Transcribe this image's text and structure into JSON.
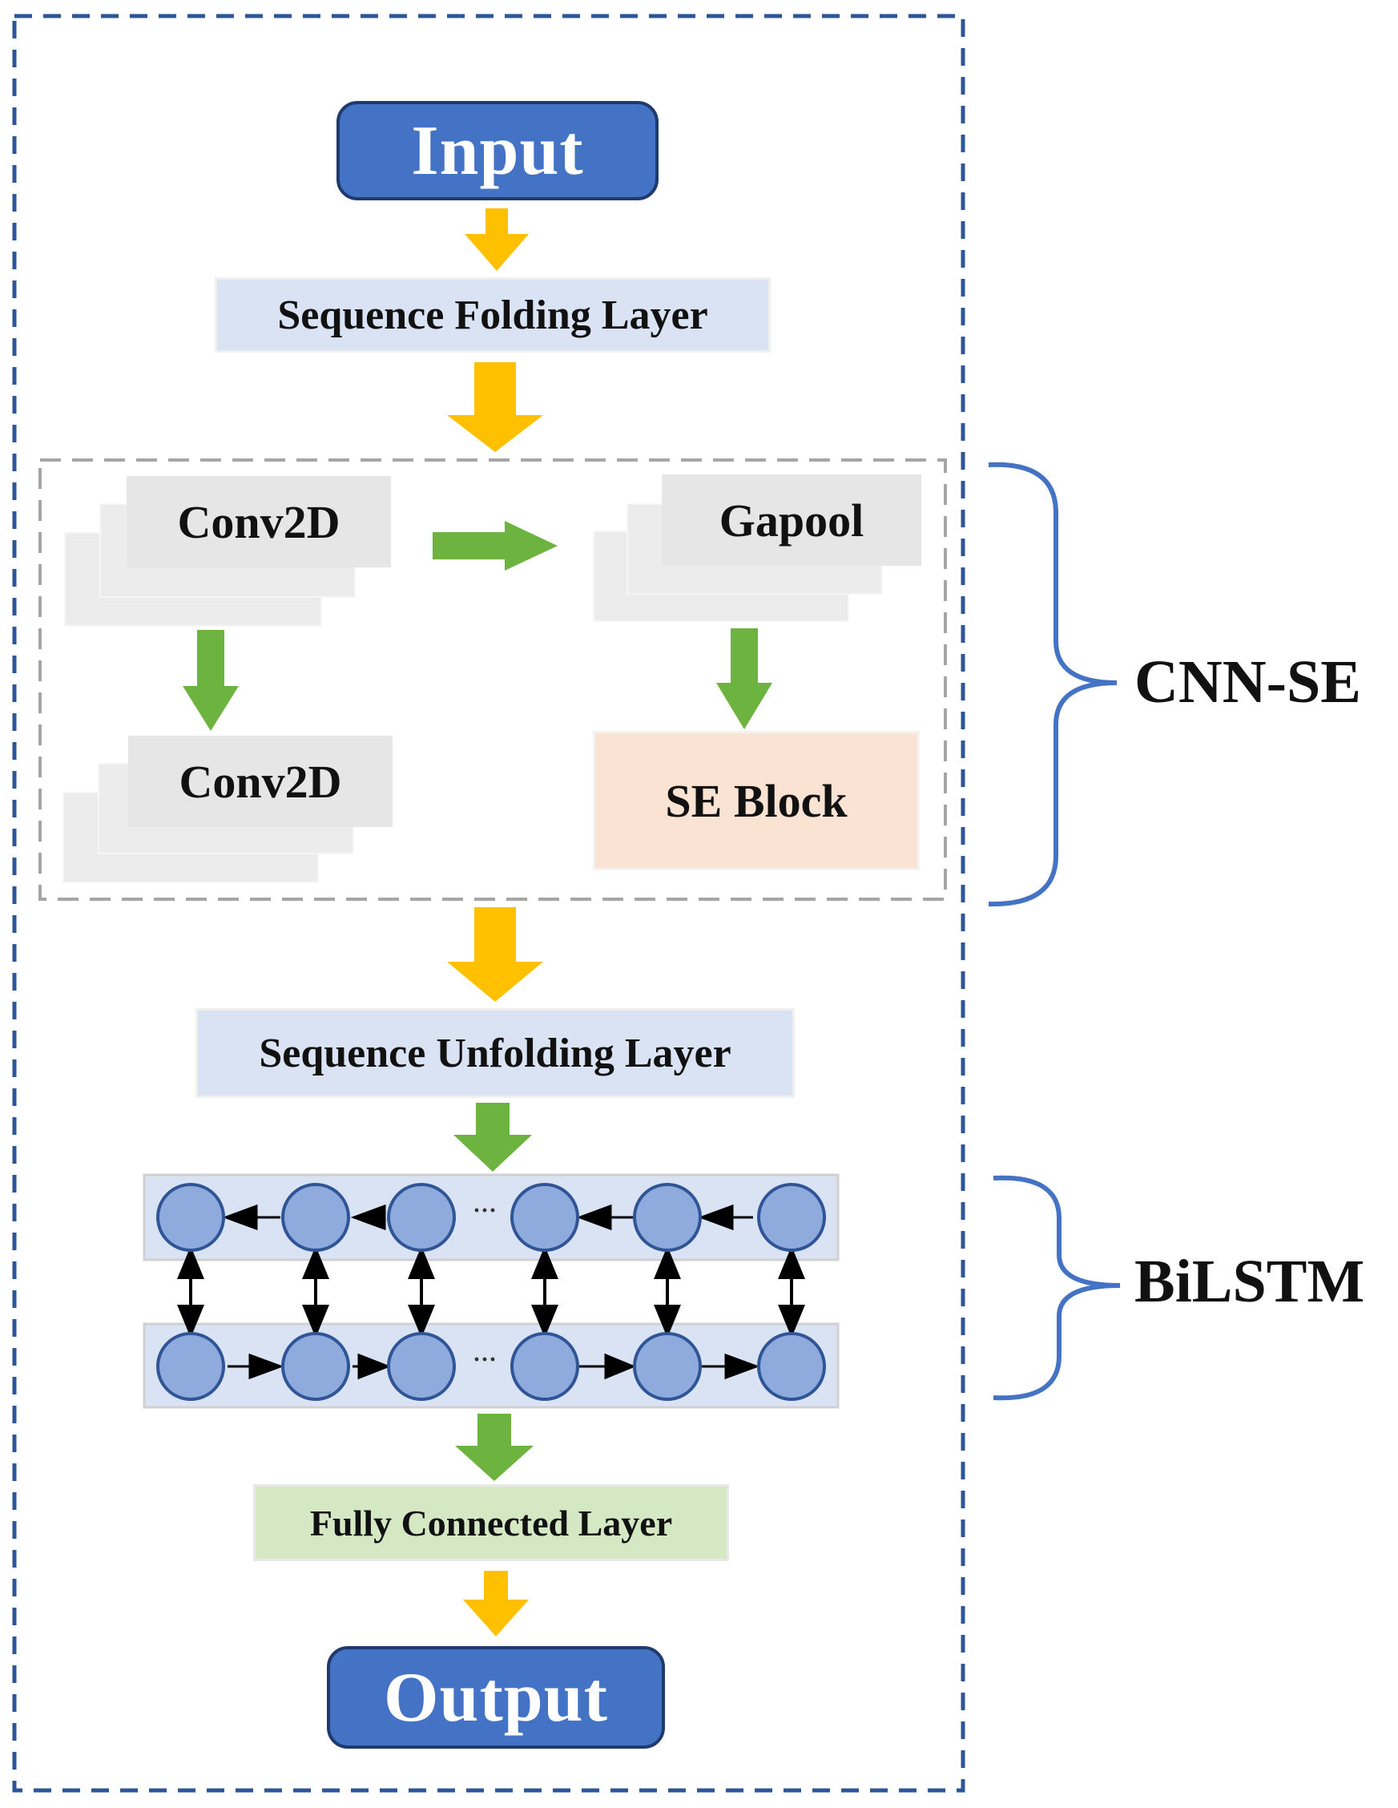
{
  "colors": {
    "pill_fill": "#4472c4",
    "pill_border": "#1f3a6e",
    "pale_blue": "#dae3f3",
    "pale_green": "#d5e8c4",
    "pale_peach": "#fbe3d3",
    "yellow_arrow": "#ffc000",
    "green_arrow": "#6cb33f",
    "dashed_blue": "#2e5597",
    "bracket_blue": "#4472c4",
    "node_fill": "#8faadc",
    "node_stroke": "#2f5597"
  },
  "input": {
    "label": "Input"
  },
  "folding": {
    "label": "Sequence Folding Layer"
  },
  "cnn": {
    "conv_top": "Conv2D",
    "conv_bottom": "Conv2D",
    "gapool": "Gapool",
    "se_block": "SE Block",
    "group_label": "CNN-SE"
  },
  "unfolding": {
    "label": "Sequence Unfolding Layer"
  },
  "bilstm": {
    "ellipsis_top": "···",
    "ellipsis_bottom": "···",
    "group_label": "BiLSTM"
  },
  "fc": {
    "label": "Fully Connected Layer"
  },
  "output": {
    "label": "Output"
  }
}
